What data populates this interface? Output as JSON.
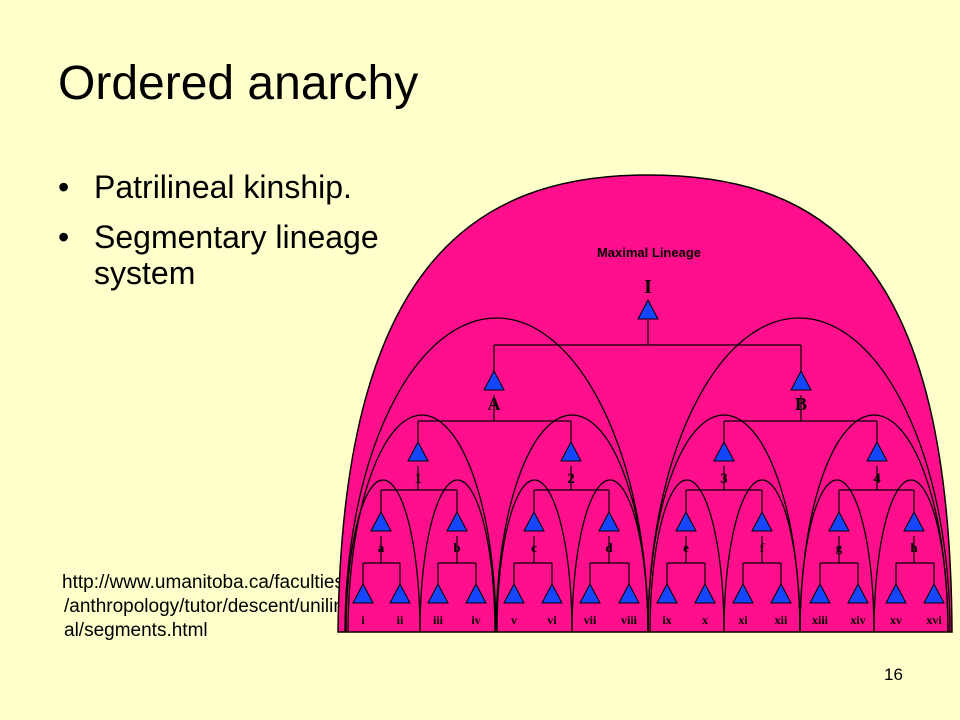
{
  "slide": {
    "title": "Ordered anarchy",
    "bullets": [
      "Patrilineal kinship.",
      "Segmentary lineage system"
    ],
    "url_lines": [
      "http://www.umanitoba.ca/faculties/arts",
      "/anthropology/tutor/descent/unilineal/segments.html",
      "al/segments.html"
    ],
    "slide_number": "16"
  },
  "diagram": {
    "heading": "Maximal Lineage",
    "root_label": "I",
    "major_labels": [
      "A",
      "B"
    ],
    "minor_labels": [
      "1",
      "2",
      "3",
      "4"
    ],
    "minimal_labels": [
      "a",
      "b",
      "c",
      "d",
      "e",
      "f",
      "g",
      "h"
    ],
    "leaf_labels": [
      "i",
      "ii",
      "iii",
      "iv",
      "v",
      "vi",
      "vii",
      "viii",
      "ix",
      "x",
      "xi",
      "xii",
      "xiii",
      "xiv",
      "xv",
      "xvi"
    ],
    "colors": {
      "fill": "#ff0f8c",
      "marker": "#1446ff",
      "line": "#000000",
      "background": "#ffffcc"
    }
  }
}
